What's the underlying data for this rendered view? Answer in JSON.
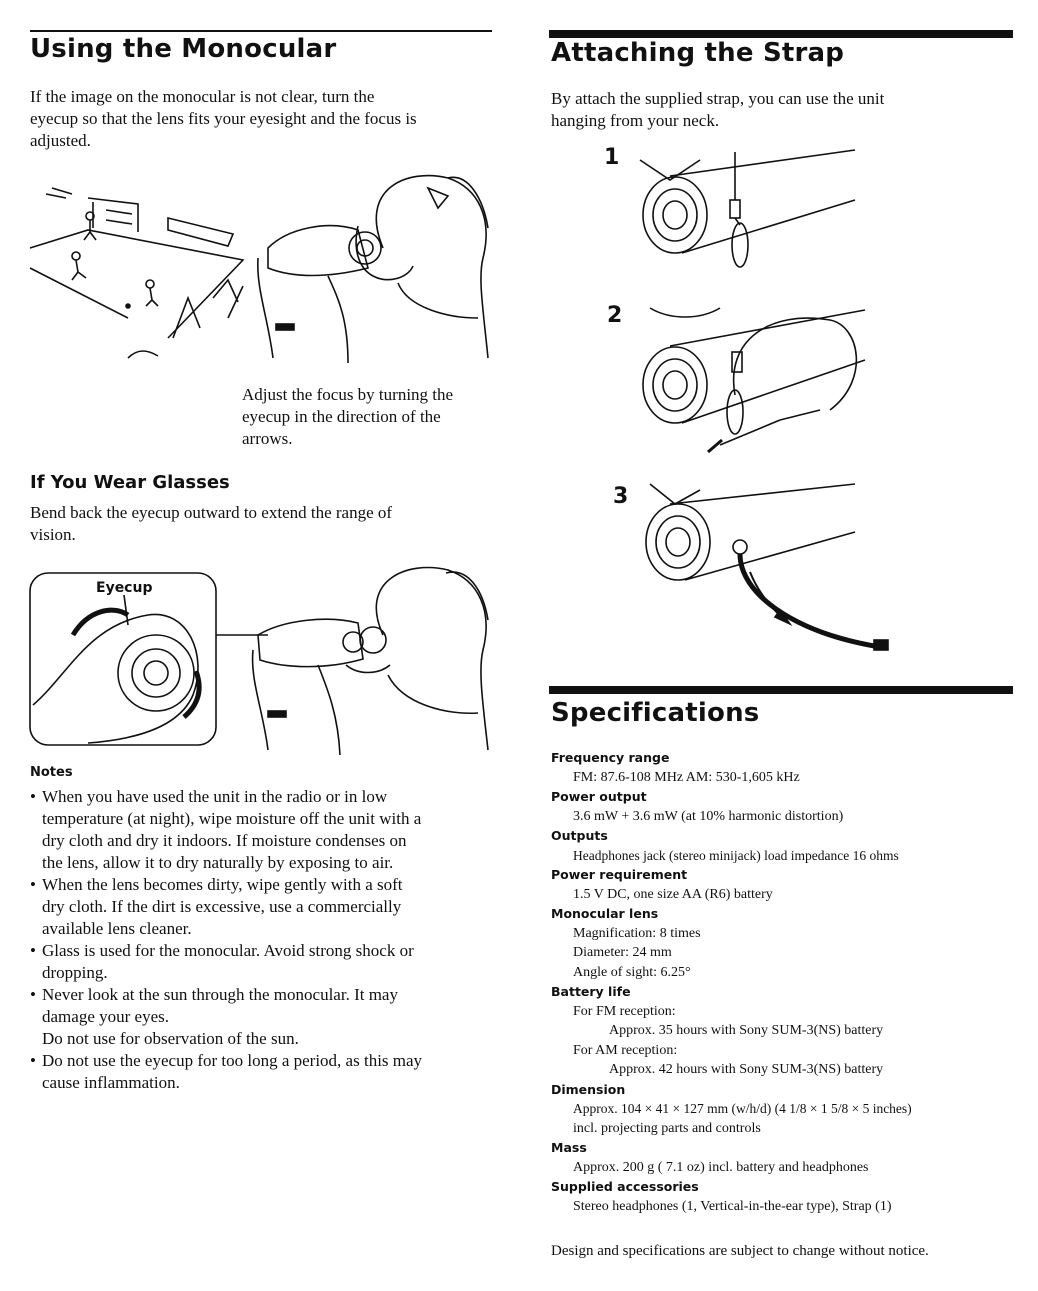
{
  "left": {
    "title": "Using the Monocular",
    "intro": [
      "If the image on the monocular is not clear, turn the",
      "eyecup so that the lens fits your eyesight and the focus is",
      "adjusted."
    ],
    "caption": [
      "Adjust the focus by turning the",
      "eyecup in the direction of the",
      "arrows."
    ],
    "glasses_title": "If You Wear Glasses",
    "glasses_text": [
      "Bend back the eyecup outward to extend the range of",
      "vision."
    ],
    "eyecup_label": "Eyecup",
    "notes_title": "Notes",
    "notes": [
      [
        "When you have used the unit in the radio or in low",
        "temperature (at night), wipe moisture off the unit with a",
        "dry cloth and dry it indoors. If moisture condenses on",
        "the lens, allow it to dry naturally by exposing to air."
      ],
      [
        "When the lens becomes dirty, wipe gently with a soft",
        "dry cloth. If the dirt is excessive, use a commercially",
        "available lens cleaner."
      ],
      [
        "Glass is used for the monocular. Avoid strong shock or",
        "dropping."
      ],
      [
        "Never look at the sun through the monocular. It may",
        "damage your eyes.",
        "Do not use for observation of the sun."
      ],
      [
        "Do not use the eyecup for too long a period, as this may",
        "cause inflammation."
      ]
    ]
  },
  "right": {
    "title": "Attaching the Strap",
    "intro": [
      "By attach the supplied strap, you can use the unit",
      "hanging from your neck."
    ],
    "steps": [
      "1",
      "2",
      "3"
    ],
    "spec_title": "Specifications",
    "specs": [
      {
        "label": "Frequency range",
        "lines": [
          {
            "t": "FM: 87.6-108 MHz   AM: 530-1,605 kHz",
            "i": 1
          }
        ]
      },
      {
        "label": "Power output",
        "lines": [
          {
            "t": "3.6 mW + 3.6 mW (at 10% harmonic distortion)",
            "i": 1
          }
        ]
      },
      {
        "label": "Outputs",
        "lines": [
          {
            "t": "Headphones jack (stereo minijack) load impedance 16 ohms",
            "i": 1
          }
        ]
      },
      {
        "label": "Power requirement",
        "lines": [
          {
            "t": "1.5 V DC, one size AA (R6) battery",
            "i": 1
          }
        ]
      },
      {
        "label": "Monocular lens",
        "lines": [
          {
            "t": "Magnification: 8 times",
            "i": 1
          },
          {
            "t": "Diameter: 24 mm",
            "i": 1
          },
          {
            "t": "Angle of sight: 6.25°",
            "i": 1
          }
        ]
      },
      {
        "label": "Battery life",
        "lines": [
          {
            "t": "For FM reception:",
            "i": 1
          },
          {
            "t": "Approx. 35 hours with Sony SUM-3(NS) battery",
            "i": 2
          },
          {
            "t": "For AM reception:",
            "i": 1
          },
          {
            "t": "Approx. 42 hours with Sony SUM-3(NS) battery",
            "i": 2
          }
        ]
      },
      {
        "label": "Dimension",
        "lines": [
          {
            "t": "Approx. 104 × 41 × 127 mm (w/h/d) (4 1/8 × 1 5/8 × 5 inches)",
            "i": 1
          },
          {
            "t": "incl. projecting parts and controls",
            "i": 1
          }
        ]
      },
      {
        "label": "Mass",
        "lines": [
          {
            "t": "Approx. 200 g ( 7.1 oz) incl. battery and headphones",
            "i": 1
          }
        ]
      },
      {
        "label": "Supplied accessories",
        "lines": [
          {
            "t": "Stereo headphones (1, Vertical-in-the-ear type), Strap (1)",
            "i": 1
          }
        ]
      }
    ],
    "footer": "Design and specifications are subject to change without notice."
  }
}
